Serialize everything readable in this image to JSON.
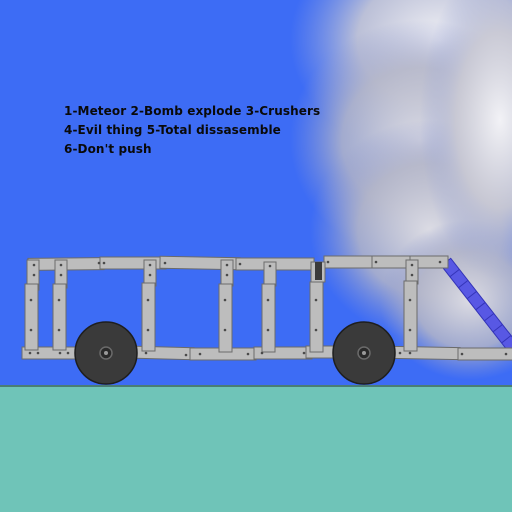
{
  "instructions": {
    "line1": "1-Meteor 2-Bomb explode 3-Crushers",
    "line2": "4-Evil thing 5-Total dissasemble",
    "line3": "6-Don't push"
  },
  "colors": {
    "sky": "#3d6cf5",
    "ground": "#6fc4b8",
    "beam": "#b8b8b8",
    "wheel": "#3a3a3a",
    "ramp": "#5a5ae6",
    "smoke": "#e6e6ee"
  }
}
